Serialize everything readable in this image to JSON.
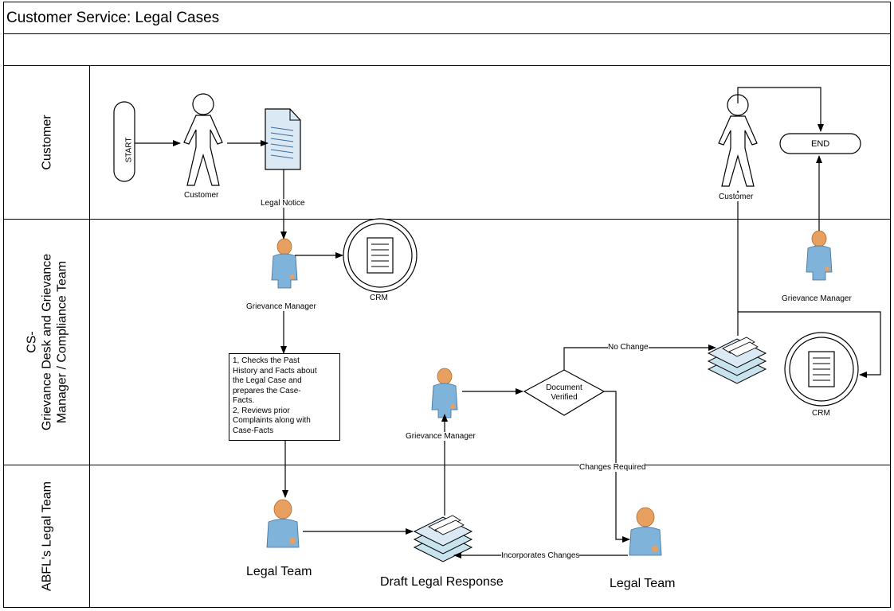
{
  "title": "Customer Service: Legal Cases",
  "lanes": {
    "customer": "Customer",
    "grievance_line1": "CS-",
    "grievance_line2": "Grievance Desk and Grievance",
    "grievance_line3": "Manager / Compliance Team",
    "legal": "ABFL's Legal Team"
  },
  "nodes": {
    "start": "START",
    "end": "END",
    "customer_left": "Customer",
    "customer_right": "Customer",
    "legal_notice": "Legal Notice",
    "gm_top": "Grievance Manager",
    "crm_left": "CRM",
    "crm_right": "CRM",
    "gm_middle": "Grievance Manager",
    "gm_right": "Grievance Manager",
    "process_box": [
      "1, Checks the Past",
      "History and Facts about",
      "the Legal Case and",
      "prepares the Case-",
      "Facts.",
      "2, Reviews prior",
      "Complaints along with",
      "Case-Facts"
    ],
    "document_verified_1": "Document",
    "document_verified_2": "Verified",
    "legal_team_left": "Legal Team",
    "legal_team_right": "Legal Team",
    "draft_response": "Draft Legal Response"
  },
  "edges": {
    "no_change": "No Change",
    "changes_required": "Changes Required",
    "incorporates_changes": "Incorporates Changes"
  },
  "colors": {
    "person_fill": "#7fb3d9",
    "person_head": "#e8a060",
    "doc_fill": "#dbe9f5",
    "stack_fill": "#c9e3ee"
  }
}
